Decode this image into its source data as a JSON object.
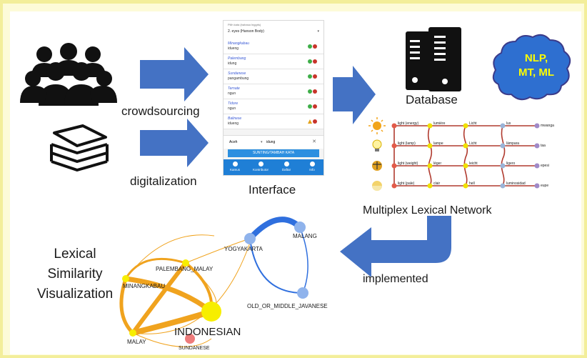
{
  "labels": {
    "crowdsourcing": "crowdsourcing",
    "digitalization": "digitalization",
    "interface": "Interface",
    "database": "Database",
    "nlp_cloud": [
      "NLP,",
      "MT, ML"
    ],
    "multiplex": "Multiplex Lexical Network",
    "implemented": "implemented",
    "visualization_title": [
      "Lexical",
      "Similarity",
      "Visualization"
    ]
  },
  "phone": {
    "header_small": "Pilih kata (bahasa Inggris)",
    "header_select": "2.  eyes (Hanson Body)",
    "rows": [
      {
        "lang": "Minangkabau",
        "word": "idueng",
        "status": "ok"
      },
      {
        "lang": "Palembang",
        "word": "idung",
        "status": "ok"
      },
      {
        "lang": "Sundanese",
        "word": "pangambung",
        "status": "ok"
      },
      {
        "lang": "Ternate",
        "word": "ngun",
        "status": "ok"
      },
      {
        "lang": "Tidore",
        "word": "ngun",
        "status": "ok"
      },
      {
        "lang": "Balinese",
        "word": "idueng",
        "status": "warn"
      }
    ],
    "input_lang": "Aceh",
    "input_word": "idung",
    "button": "SUNTING/TAMBAH KATA",
    "nav": [
      "Kamus",
      "Kontributor",
      "Daftar",
      "Info"
    ]
  },
  "network": {
    "rows": [
      {
        "nodes": [
          "light (energy)",
          "lumière",
          "Licht",
          "lux",
          "mwanga"
        ]
      },
      {
        "nodes": [
          "light (lamp)",
          "lampe",
          "Licht",
          "lämpara",
          "taa"
        ]
      },
      {
        "nodes": [
          "light (weight)",
          "léger",
          "leicht",
          "ligero",
          "epesi"
        ]
      },
      {
        "nodes": [
          "light (pale)",
          "clair",
          "hell",
          "luminosidad",
          "eupe"
        ]
      }
    ],
    "icons": [
      "sun-icon",
      "bulb-icon",
      "scale-icon",
      "pale-sun-icon"
    ]
  },
  "graph": {
    "nodes": [
      "YOGYAKARTA",
      "MALANG",
      "OLD_OR_MIDDLE_JAVANESE",
      "PALEMBANG_MALAY",
      "MINANGKABAU",
      "MALAY",
      "INDONESIAN",
      "SUNDANESE"
    ]
  },
  "colors": {
    "arrow": "#4472c4",
    "cloud": "#2e6fd0",
    "cloud_text": "#ffff00",
    "orange_edge": "#f0a31e",
    "blue_edge": "#2f6fde",
    "node_yellow": "#f7ee00",
    "node_blue": "#8fb3ec",
    "node_red": "#ee7b7b",
    "line_red": "#b03a2e"
  }
}
